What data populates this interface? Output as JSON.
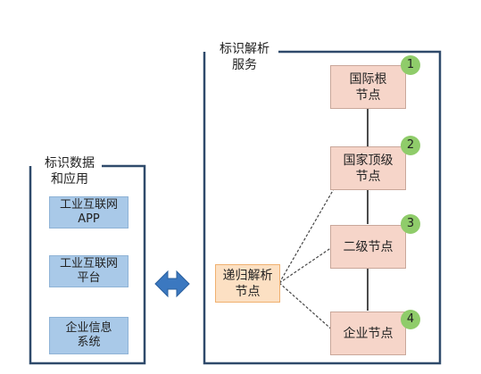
{
  "left_panel": {
    "title": "标识数据\n和应用",
    "items": [
      "工业互联网\nAPP",
      "工业互联网\n平台",
      "企业信息\n系统"
    ]
  },
  "right_panel": {
    "title": "标识解析\n服务",
    "nodes": [
      {
        "label": "国际根\n节点",
        "number": "1"
      },
      {
        "label": "国家顶级\n节点",
        "number": "2"
      },
      {
        "label": "二级节点",
        "number": "3"
      },
      {
        "label": "企业节点",
        "number": "4"
      }
    ],
    "recursive_node": "递归解析\n节点"
  },
  "colors": {
    "frame": "#2f4a6b",
    "blue_box": "#a9c9e8",
    "node_fill": "#f6d5c9",
    "recursive_fill": "#fce0c3",
    "badge": "#8fcc6a",
    "arrow": "#3b78c0"
  }
}
